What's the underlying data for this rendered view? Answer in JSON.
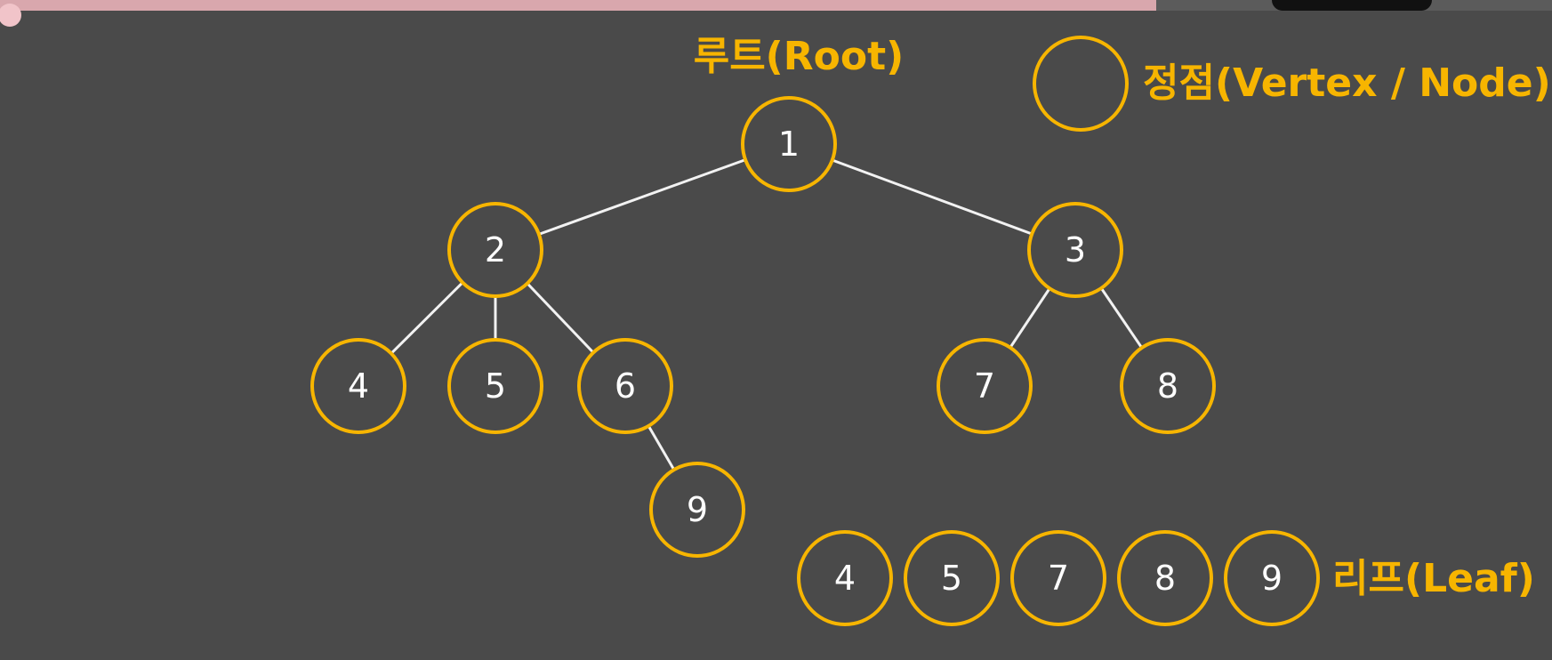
{
  "labels": {
    "root": "루트(Root)",
    "vertex": "정점(Vertex / Node)",
    "leaf": "리프(Leaf)"
  },
  "colors": {
    "background": "#4a4a4a",
    "node_stroke": "#f7b500",
    "edge": "#f2f2f2",
    "node_text": "#ffffff",
    "label": "#f7b500"
  },
  "tree": {
    "nodes": [
      "1",
      "2",
      "3",
      "4",
      "5",
      "6",
      "7",
      "8",
      "9"
    ],
    "edges": [
      [
        "1",
        "2"
      ],
      [
        "1",
        "3"
      ],
      [
        "2",
        "4"
      ],
      [
        "2",
        "5"
      ],
      [
        "2",
        "6"
      ],
      [
        "3",
        "7"
      ],
      [
        "3",
        "8"
      ],
      [
        "6",
        "9"
      ]
    ]
  },
  "leaves": [
    "4",
    "5",
    "7",
    "8",
    "9"
  ],
  "legend": {
    "vertex_icon": "empty-circle-icon"
  }
}
